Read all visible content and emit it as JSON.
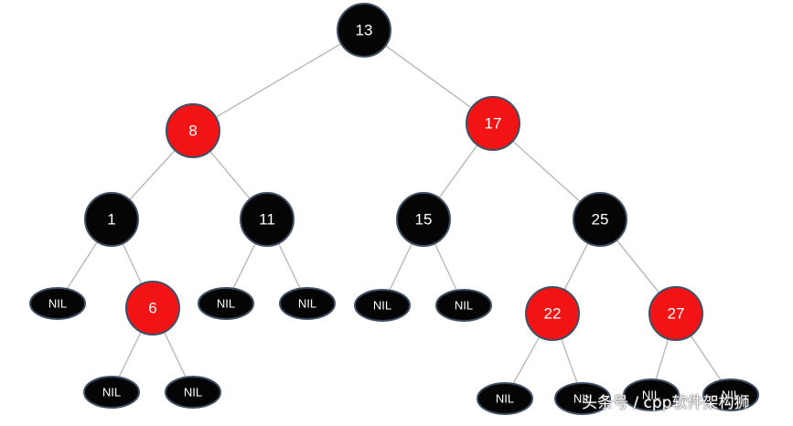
{
  "colors": {
    "black": "#050505",
    "red": "#f21414",
    "edge": "#b9b9b9",
    "outline": "#3f4f66"
  },
  "tree": {
    "nodes": [
      {
        "id": "n13",
        "label": "13",
        "color": "black",
        "kind": "node"
      },
      {
        "id": "n8",
        "label": "8",
        "color": "red",
        "kind": "node"
      },
      {
        "id": "n17",
        "label": "17",
        "color": "red",
        "kind": "node"
      },
      {
        "id": "n1",
        "label": "1",
        "color": "black",
        "kind": "node"
      },
      {
        "id": "n11",
        "label": "11",
        "color": "black",
        "kind": "node"
      },
      {
        "id": "n15",
        "label": "15",
        "color": "black",
        "kind": "node"
      },
      {
        "id": "n25",
        "label": "25",
        "color": "black",
        "kind": "node"
      },
      {
        "id": "nil1a",
        "label": "NIL",
        "color": "black",
        "kind": "nil"
      },
      {
        "id": "n6",
        "label": "6",
        "color": "red",
        "kind": "node"
      },
      {
        "id": "nil11a",
        "label": "NIL",
        "color": "black",
        "kind": "nil"
      },
      {
        "id": "nil11b",
        "label": "NIL",
        "color": "black",
        "kind": "nil"
      },
      {
        "id": "nil15a",
        "label": "NIL",
        "color": "black",
        "kind": "nil"
      },
      {
        "id": "nil15b",
        "label": "NIL",
        "color": "black",
        "kind": "nil"
      },
      {
        "id": "n22",
        "label": "22",
        "color": "red",
        "kind": "node"
      },
      {
        "id": "n27",
        "label": "27",
        "color": "red",
        "kind": "node"
      },
      {
        "id": "nil6a",
        "label": "NIL",
        "color": "black",
        "kind": "nil"
      },
      {
        "id": "nil6b",
        "label": "NIL",
        "color": "black",
        "kind": "nil"
      },
      {
        "id": "nil22a",
        "label": "NIL",
        "color": "black",
        "kind": "nil"
      },
      {
        "id": "nil22b",
        "label": "NIL",
        "color": "black",
        "kind": "nil"
      },
      {
        "id": "nil27a",
        "label": "NIL",
        "color": "black",
        "kind": "nil"
      },
      {
        "id": "nil27b",
        "label": "NIL",
        "color": "black",
        "kind": "nil"
      }
    ],
    "edges": [
      [
        "n13",
        "n8"
      ],
      [
        "n13",
        "n17"
      ],
      [
        "n8",
        "n1"
      ],
      [
        "n8",
        "n11"
      ],
      [
        "n17",
        "n15"
      ],
      [
        "n17",
        "n25"
      ],
      [
        "n1",
        "nil1a"
      ],
      [
        "n1",
        "n6"
      ],
      [
        "n11",
        "nil11a"
      ],
      [
        "n11",
        "nil11b"
      ],
      [
        "n15",
        "nil15a"
      ],
      [
        "n15",
        "nil15b"
      ],
      [
        "n25",
        "n22"
      ],
      [
        "n25",
        "n27"
      ],
      [
        "n6",
        "nil6a"
      ],
      [
        "n6",
        "nil6b"
      ],
      [
        "n22",
        "nil22a"
      ],
      [
        "n22",
        "nil22b"
      ],
      [
        "n27",
        "nil27a"
      ],
      [
        "n27",
        "nil27b"
      ]
    ]
  },
  "watermark": {
    "text": "头条号 / cpp软件架构狮"
  }
}
